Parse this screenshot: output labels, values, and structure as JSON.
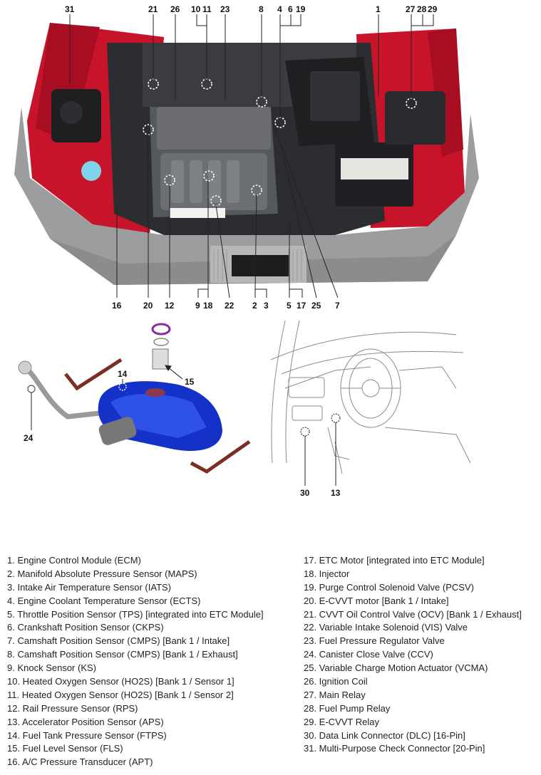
{
  "top_callouts": [
    "31",
    "21",
    "26",
    "10",
    "11",
    "23",
    "8",
    "4",
    "6",
    "19",
    "1",
    "27",
    "28",
    "29"
  ],
  "bottom_callouts": [
    "16",
    "20",
    "12",
    "9",
    "18",
    "22",
    "2",
    "3",
    "5",
    "17",
    "25",
    "7"
  ],
  "lower_callouts": [
    "14",
    "15",
    "24",
    "30",
    "13"
  ],
  "legend_left": [
    "1. Engine Control Module (ECM)",
    "2. Manifold Absolute Pressure Sensor (MAPS)",
    "3. Intake Air Temperature Sensor (IATS)",
    "4. Engine Coolant Temperature Sensor (ECTS)",
    "5. Throttle Position Sensor (TPS) [integrated into ETC Module]",
    "6. Crankshaft Position Sensor (CKPS)",
    "7. Camshaft Position Sensor (CMPS) [Bank 1 / Intake]",
    "8. Camshaft Position Sensor (CMPS) [Bank 1 / Exhaust]",
    "9. Knock Sensor (KS)",
    "10. Heated Oxygen Sensor (HO2S) [Bank 1 / Sensor 1]",
    "11. Heated Oxygen Sensor (HO2S) [Bank 1 / Sensor 2]",
    "12. Rail Pressure Sensor (RPS)",
    "13. Accelerator Position Sensor (APS)",
    "14. Fuel Tank Pressure Sensor (FTPS)",
    "15. Fuel Level Sensor (FLS)",
    "16. A/C Pressure Transducer (APT)"
  ],
  "legend_right": [
    "17. ETC Motor [integrated into ETC Module]",
    "18. Injector",
    "19. Purge Control Solenoid Valve (PCSV)",
    "20. E-CVVT motor [Bank 1 / Intake]",
    "21. CVVT Oil Control Valve (OCV) [Bank 1 / Exhaust]",
    "22. Variable Intake Solenoid (VIS) Valve",
    "23. Fuel Pressure Regulator Valve",
    "24. Canister Close Valve (CCV)",
    "25. Variable Charge Motion Actuator (VCMA)",
    "26. Ignition Coil",
    "27. Main Relay",
    "28. Fuel Pump Relay",
    "29. E-CVVT Relay",
    "30. Data Link Connector (DLC) [16-Pin]",
    "31. Multi-Purpose Check Connector [20-Pin]"
  ]
}
